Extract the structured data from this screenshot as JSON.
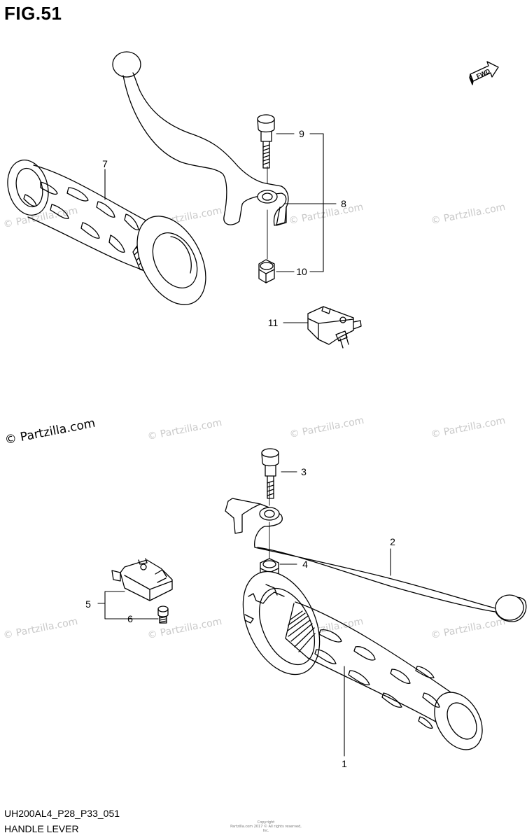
{
  "figure": {
    "title": "FIG.51",
    "code": "UH200AL4_P28_P33_051",
    "name": "HANDLE LEVER",
    "fwd_label": "FWD"
  },
  "callouts": [
    "1",
    "2",
    "3",
    "4",
    "5",
    "6",
    "7",
    "8",
    "9",
    "10",
    "11"
  ],
  "watermark": {
    "text": "© Partzilla.com",
    "copyright_line1": "Copyright",
    "copyright_line2": "Partzilla.com 2017 © All rights reserved, Inc."
  }
}
